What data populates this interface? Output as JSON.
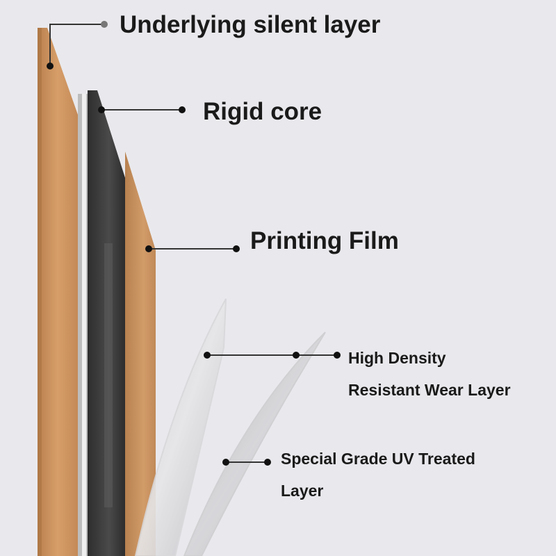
{
  "labels": {
    "underlying": "Underlying silent layer",
    "rigid_core": "Rigid core",
    "printing_film": "Printing Film",
    "wear_layer_line1": "High Density",
    "wear_layer_line2": "Resistant Wear Layer",
    "uv_layer_line1": "Special Grade UV Treated",
    "uv_layer_line2": "Layer"
  },
  "colors": {
    "background": "#e9e9ed",
    "cork": "#c98e5a",
    "rigid_core": "#3b3b3b",
    "printing_film": "#c7915e",
    "callout_line": "#333333"
  }
}
